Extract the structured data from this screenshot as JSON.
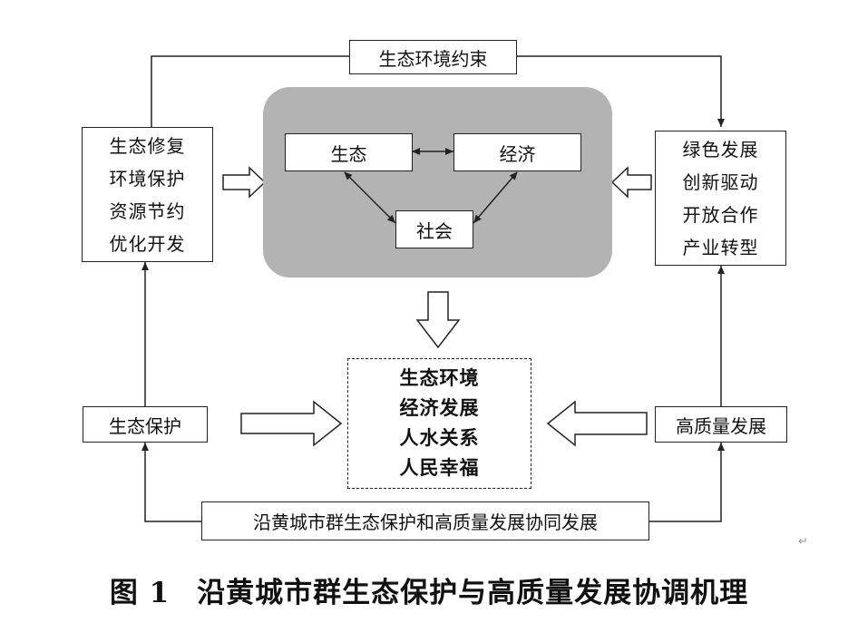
{
  "top_constraint": "生态环境约束",
  "left_measures": [
    "生态修复",
    "环境保护",
    "资源节约",
    "优化开发"
  ],
  "right_measures": [
    "绿色发展",
    "创新驱动",
    "开放合作",
    "产业转型"
  ],
  "core": {
    "ecology": "生态",
    "economy": "经济",
    "society": "社会"
  },
  "outcomes": [
    "生态环境",
    "经济发展",
    "人水关系",
    "人民幸福"
  ],
  "left_driver": "生态保护",
  "right_driver": "高质量发展",
  "bottom_goal": "沿黄城市群生态保护和高质量发展协同发展",
  "caption": {
    "number": "图 1",
    "title": "沿黄城市群生态保护与高质量发展协调机理"
  },
  "return_mark": "↵"
}
